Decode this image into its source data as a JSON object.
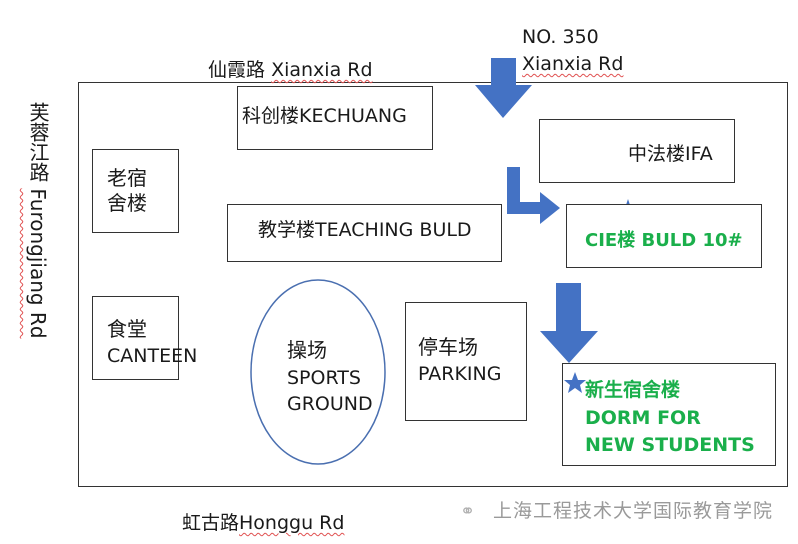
{
  "roads": {
    "north": {
      "zh": "仙霞路",
      "en": "Xianxia Rd"
    },
    "west": {
      "zh": "芙蓉江路",
      "en": "Furongjiang Rd"
    },
    "south": {
      "zh": "虹古路",
      "en": "Honggu Rd"
    }
  },
  "entrance": {
    "line1": "NO. 350",
    "line2": "Xianxia Rd"
  },
  "buildings": {
    "kechuang": "科创楼KECHUANG",
    "ifa": "中法楼IFA",
    "old_dorm": {
      "line1": "老宿",
      "line2": "舍楼"
    },
    "teaching": "教学楼TEACHING BULD",
    "cie": "CIE楼  BULD 10#",
    "canteen": {
      "zh": "食堂",
      "en": "CANTEEN"
    },
    "sports": {
      "zh": "操场",
      "en1": "SPORTS",
      "en2": "GROUND"
    },
    "parking": {
      "zh": "停车场",
      "en": "PARKING"
    },
    "new_dorm": {
      "zh": "新生宿舍楼",
      "en1": "DORM FOR",
      "en2": "NEW STUDENTS"
    }
  },
  "watermark": "上海工程技术大学国际教育学院",
  "colors": {
    "arrow": "#4472c4",
    "highlight": "#1aaf4b",
    "outline": "#333333",
    "ellipse": "#4a6fb0"
  }
}
